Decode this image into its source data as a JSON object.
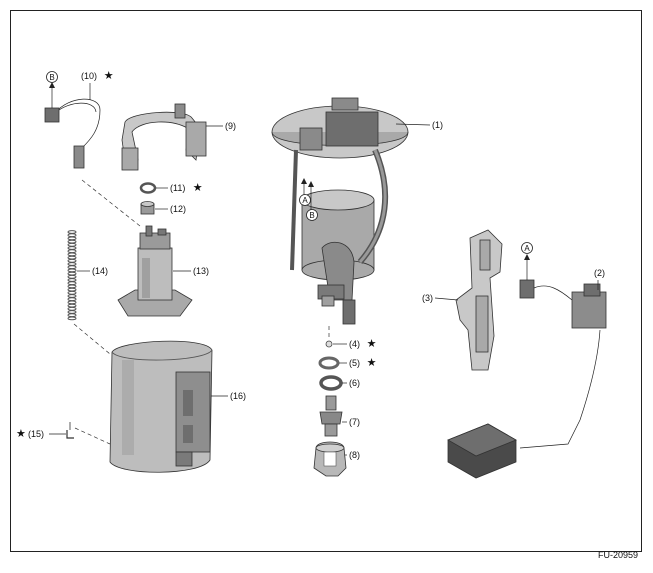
{
  "figure_code": "FU-20959",
  "colors": {
    "part_light": "#c8c8c8",
    "part_mid": "#a9a9a9",
    "part_dark": "#6e6e6e",
    "part_darkest": "#4a4a4a",
    "outline": "#333333"
  },
  "part_labels": [
    {
      "id": "p1",
      "text": "(1)",
      "starred": false
    },
    {
      "id": "p2",
      "text": "(2)",
      "starred": false
    },
    {
      "id": "p3",
      "text": "(3)",
      "starred": false
    },
    {
      "id": "p4",
      "text": "(4)",
      "starred": true
    },
    {
      "id": "p5",
      "text": "(5)",
      "starred": true
    },
    {
      "id": "p6",
      "text": "(6)",
      "starred": false
    },
    {
      "id": "p7",
      "text": "(7)",
      "starred": false
    },
    {
      "id": "p8",
      "text": "(8)",
      "starred": false
    },
    {
      "id": "p9",
      "text": "(9)",
      "starred": false
    },
    {
      "id": "p10",
      "text": "(10)",
      "starred": true
    },
    {
      "id": "p11",
      "text": "(11)",
      "starred": true
    },
    {
      "id": "p12",
      "text": "(12)",
      "starred": false
    },
    {
      "id": "p13",
      "text": "(13)",
      "starred": false
    },
    {
      "id": "p14",
      "text": "(14)",
      "starred": false
    },
    {
      "id": "p15",
      "text": "(15)",
      "starred": true
    },
    {
      "id": "p16",
      "text": "(16)",
      "starred": false
    }
  ],
  "star_symbol": "★",
  "connector_markers": [
    {
      "id": "cB1",
      "text": "B"
    },
    {
      "id": "cA1",
      "text": "A"
    },
    {
      "id": "cB2",
      "text": "B"
    },
    {
      "id": "cA2",
      "text": "A"
    }
  ]
}
